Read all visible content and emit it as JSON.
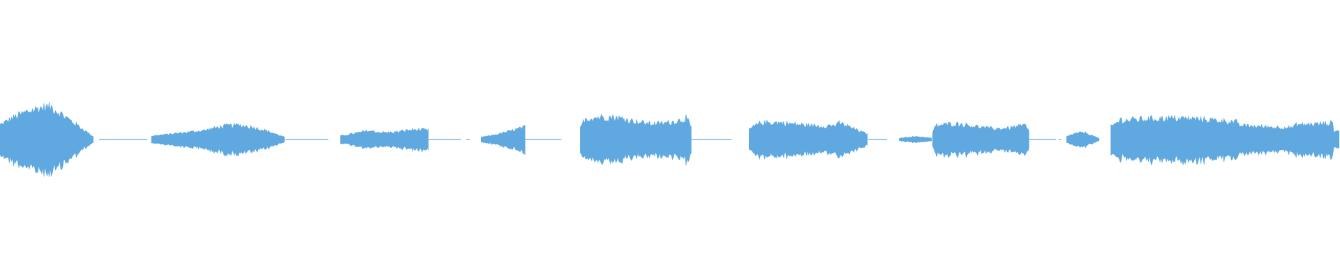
{
  "waveform": {
    "color": "#5fa9e0",
    "background": "#ffffff",
    "amplitude_scale": "linear",
    "segments": [
      {
        "id": "seg-1",
        "start": 0.0,
        "end": 0.07,
        "peak": 0.23,
        "envelope": "swell-fade"
      },
      {
        "id": "seg-2",
        "start": 0.113,
        "end": 0.213,
        "peak": 0.1,
        "envelope": "ramp-hold-fade"
      },
      {
        "id": "seg-3",
        "start": 0.254,
        "end": 0.32,
        "peak": 0.07,
        "envelope": "ramp-hold"
      },
      {
        "id": "seg-4",
        "start": 0.359,
        "end": 0.392,
        "peak": 0.09,
        "envelope": "ramp-up"
      },
      {
        "id": "seg-5",
        "start": 0.433,
        "end": 0.516,
        "peak": 0.16,
        "envelope": "hold"
      },
      {
        "id": "seg-6",
        "start": 0.559,
        "end": 0.648,
        "peak": 0.12,
        "envelope": "hold-fade"
      },
      {
        "id": "seg-7",
        "start": 0.671,
        "end": 0.696,
        "peak": 0.02,
        "envelope": "swell"
      },
      {
        "id": "seg-8",
        "start": 0.696,
        "end": 0.768,
        "peak": 0.11,
        "envelope": "hold"
      },
      {
        "id": "seg-9",
        "start": 0.796,
        "end": 0.821,
        "peak": 0.05,
        "envelope": "swell-fade"
      },
      {
        "id": "seg-10",
        "start": 0.829,
        "end": 1.0,
        "peak": 0.15,
        "envelope": "hold-dip"
      }
    ],
    "baseline_gaps": [
      {
        "start": 0.074,
        "end": 0.11
      },
      {
        "start": 0.213,
        "end": 0.245
      },
      {
        "start": 0.32,
        "end": 0.344
      },
      {
        "start": 0.348,
        "end": 0.351
      },
      {
        "start": 0.392,
        "end": 0.419
      },
      {
        "start": 0.516,
        "end": 0.546
      },
      {
        "start": 0.648,
        "end": 0.662
      },
      {
        "start": 0.768,
        "end": 0.788
      },
      {
        "start": 0.79,
        "end": 0.792
      }
    ]
  }
}
